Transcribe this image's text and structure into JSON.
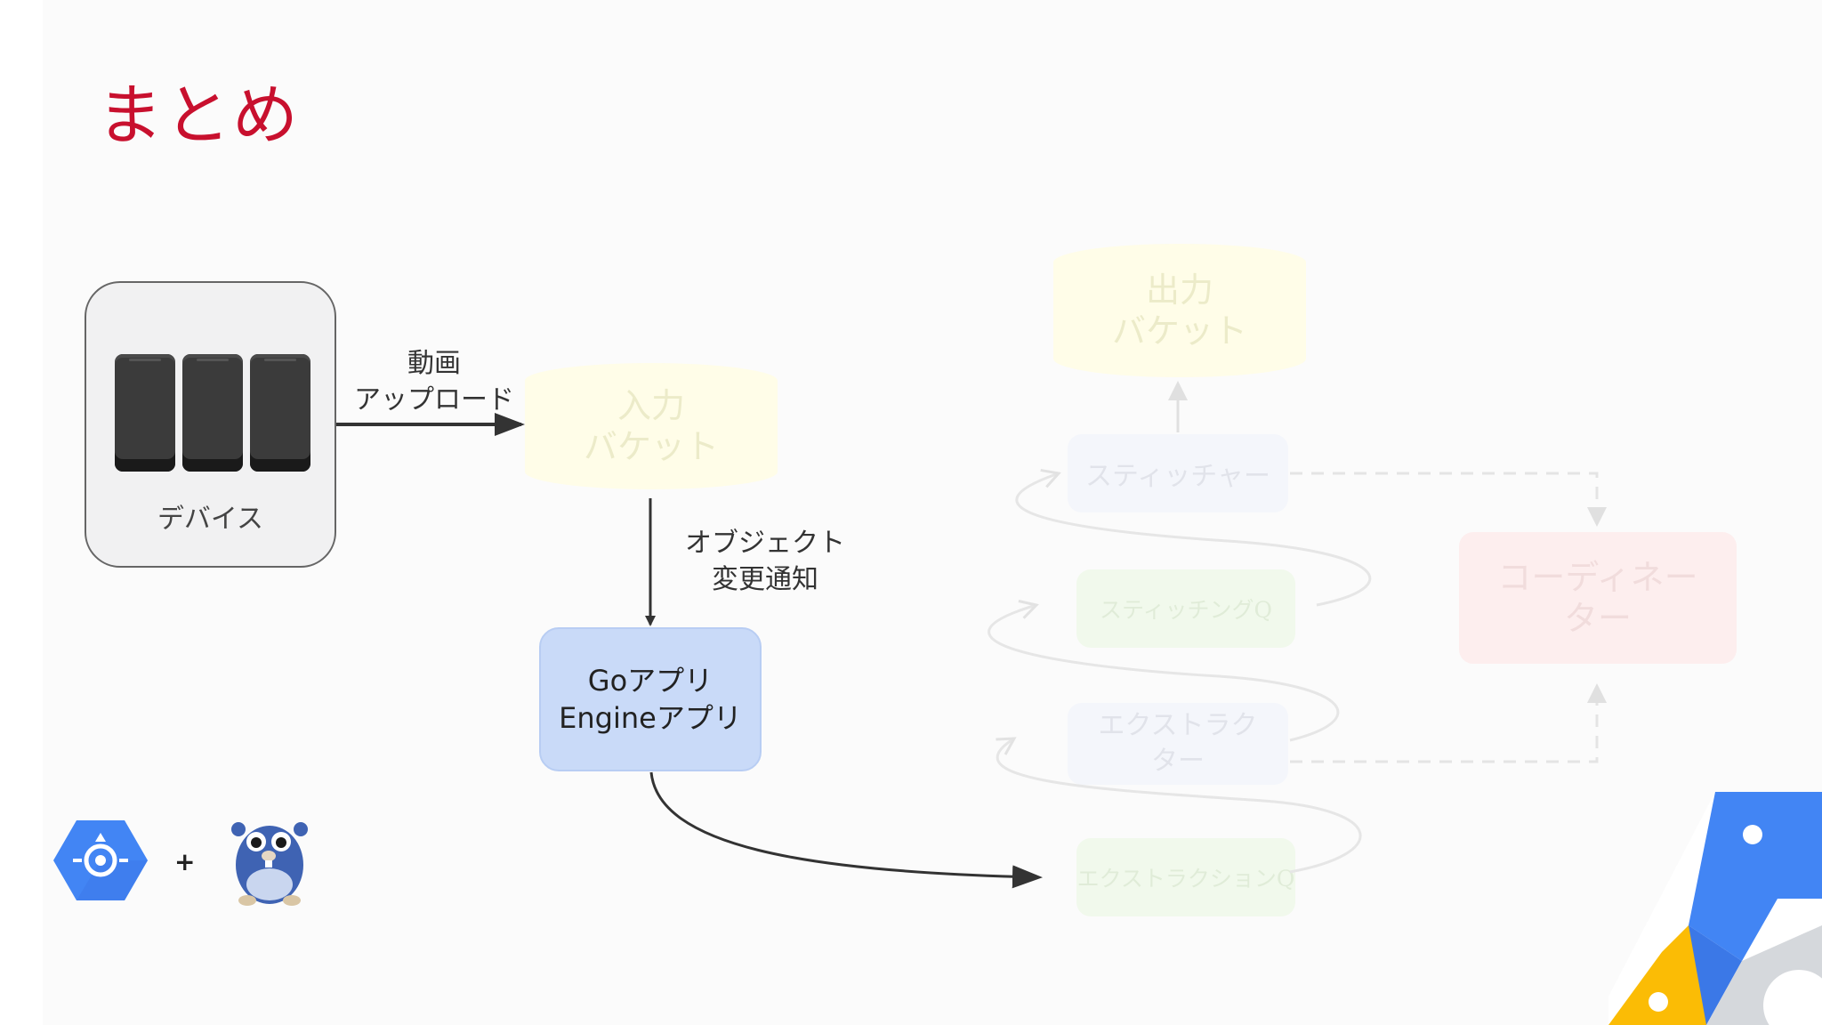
{
  "slide": {
    "title": "まとめ"
  },
  "devices": {
    "label": "デバイス"
  },
  "edges": {
    "upload_label": "動画\nアップロード",
    "notify_label": "オブジェクト\n変更通知"
  },
  "nodes": {
    "input_bucket": "入力\nバケット",
    "output_bucket": "出力\nバケット",
    "go_app": "Goアプリ\nEngineアプリ",
    "stitcher": "スティッチャー",
    "stitching_queue": "スティッチングQ",
    "extractor": "エクストラク\nター",
    "extraction_queue": "エクストラクションQ",
    "coordinator": "コーディネー\nター"
  },
  "footer": {
    "plus": "+"
  },
  "colors": {
    "title": "#c8102e",
    "go_app_fill": "#c9daf8",
    "bucket_fill": "#fffde8",
    "queue_fill": "#f1f9ec",
    "process_fill": "#f4f6fb",
    "coordinator_fill": "#fdeeee"
  },
  "icons": {
    "app_engine": "app-engine-icon",
    "gopher": "go-gopher-mascot",
    "cloud_logo": "google-cloud-logo"
  }
}
